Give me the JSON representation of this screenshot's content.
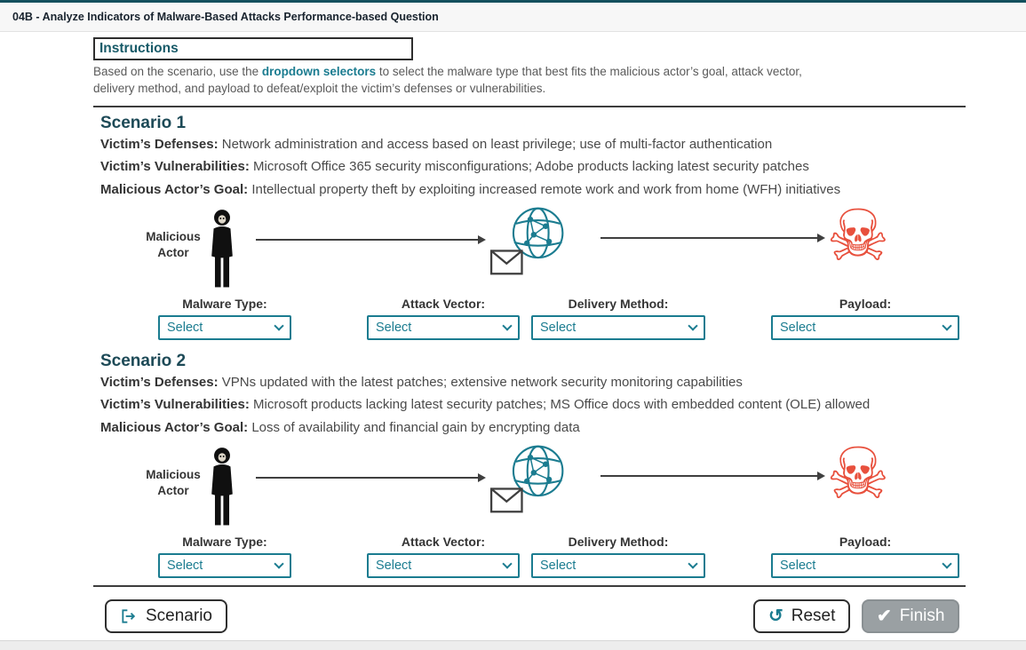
{
  "header": {
    "title": "04B - Analyze Indicators of Malware-Based Attacks Performance-based Question"
  },
  "instructions": {
    "title": "Instructions",
    "text_before": "Based on the scenario, use the ",
    "highlight": "dropdown selectors",
    "text_after": " to select the malware type that best fits the malicious actor’s goal, attack vector, delivery method, and payload to defeat/exploit the victim’s defenses or vulnerabilities."
  },
  "scenarios": [
    {
      "title": "Scenario 1",
      "defenses_label": "Victim’s Defenses:",
      "defenses": "Network administration and access based on least privilege; use of multi-factor authentication",
      "vulnerabilities_label": "Victim’s Vulnerabilities:",
      "vulnerabilities": "Microsoft Office 365 security misconfigurations; Adobe products lacking latest security patches",
      "goal_label": "Malicious Actor’s Goal:",
      "goal": "Intellectual property theft by exploiting increased remote work and work from home (WFH) initiatives",
      "actor_label": "Malicious Actor",
      "dropdowns": [
        {
          "label": "Malware Type:",
          "value": "Select"
        },
        {
          "label": "Attack Vector:",
          "value": "Select"
        },
        {
          "label": "Delivery Method:",
          "value": "Select"
        },
        {
          "label": "Payload:",
          "value": "Select"
        }
      ]
    },
    {
      "title": "Scenario 2",
      "defenses_label": "Victim’s Defenses:",
      "defenses": "VPNs updated with the latest patches; extensive network security monitoring capabilities",
      "vulnerabilities_label": "Victim’s Vulnerabilities:",
      "vulnerabilities": "Microsoft products lacking latest security patches; MS Office docs with embedded content (OLE) allowed",
      "goal_label": "Malicious Actor’s Goal:",
      "goal": "Loss of availability and financial gain by encrypting data",
      "actor_label": "Malicious Actor",
      "dropdowns": [
        {
          "label": "Malware Type:",
          "value": "Select"
        },
        {
          "label": "Attack Vector:",
          "value": "Select"
        },
        {
          "label": "Delivery Method:",
          "value": "Select"
        },
        {
          "label": "Payload:",
          "value": "Select"
        }
      ]
    }
  ],
  "footer": {
    "scenario_button": "Scenario",
    "reset_button": "Reset",
    "finish_button": "Finish"
  },
  "icons": {
    "skull_glyph": "☠",
    "reset_glyph": "↺",
    "check_glyph": "✔"
  },
  "colors": {
    "accent": "#1b7c90",
    "skull": "#e8503d",
    "finish_bg": "#9aa0a3"
  }
}
